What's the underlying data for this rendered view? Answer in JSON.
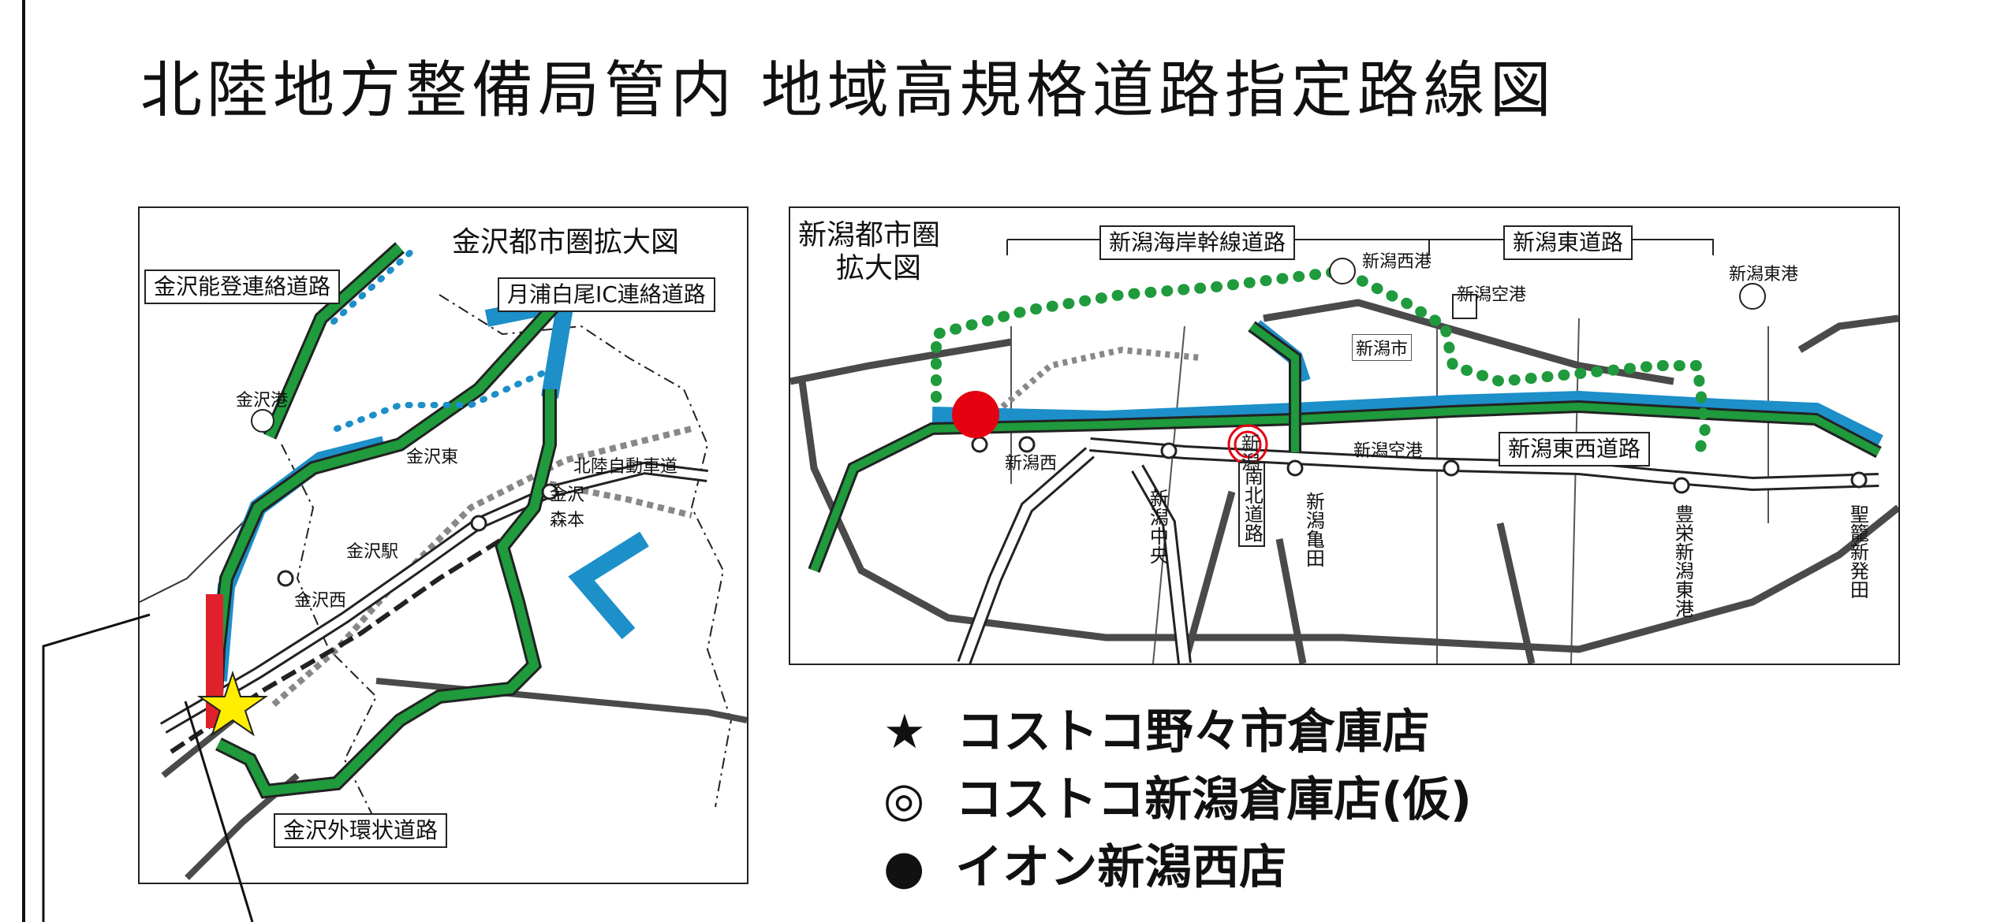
{
  "title": "北陸地方整備局管内  地域高規格道路指定路線図",
  "kanazawa_map": {
    "title": "金沢都市圏拡大図",
    "routes": [
      "金沢能登連絡道路",
      "月浦白尾IC連絡道路",
      "金沢外環状道路"
    ],
    "places": {
      "port": "金沢港",
      "east": "金沢東",
      "expressway": "北陸自動車道",
      "morimoto": "金沢\n森本",
      "station": "金沢駅",
      "west": "金沢西"
    }
  },
  "niigata_map": {
    "title_line1": "新潟都市圏",
    "title_line2": "拡大図",
    "routes": {
      "coastal": "新潟海岸幹線道路",
      "east_road": "新潟東道路",
      "east_west": "新潟東西道路",
      "south_north": "南北道路"
    },
    "places": {
      "west_port": "新潟西港",
      "airport": "新潟空港",
      "east_port": "新潟東港",
      "city": "新潟市",
      "nishi": "新潟西",
      "airport_ic": "新潟空港",
      "chuo": "新潟中央",
      "kameda": "新潟亀田",
      "hoei": "豊栄新潟東港",
      "seiro": "聖籠新発田",
      "marker_char": "新潟"
    }
  },
  "legend": [
    {
      "symbol": "★",
      "text": "コストコ野々市倉庫店"
    },
    {
      "symbol": "◎",
      "text": "コストコ新潟倉庫店(仮)"
    },
    {
      "symbol": "●",
      "text": "イオン新潟西店"
    }
  ],
  "colors": {
    "road_green": "#1f9a3c",
    "road_blue": "#1d8fc9",
    "road_red": "#e0202a",
    "road_gray": "#4a4a4a",
    "star_yellow": "#ffee00",
    "marker_red": "#e50012"
  }
}
